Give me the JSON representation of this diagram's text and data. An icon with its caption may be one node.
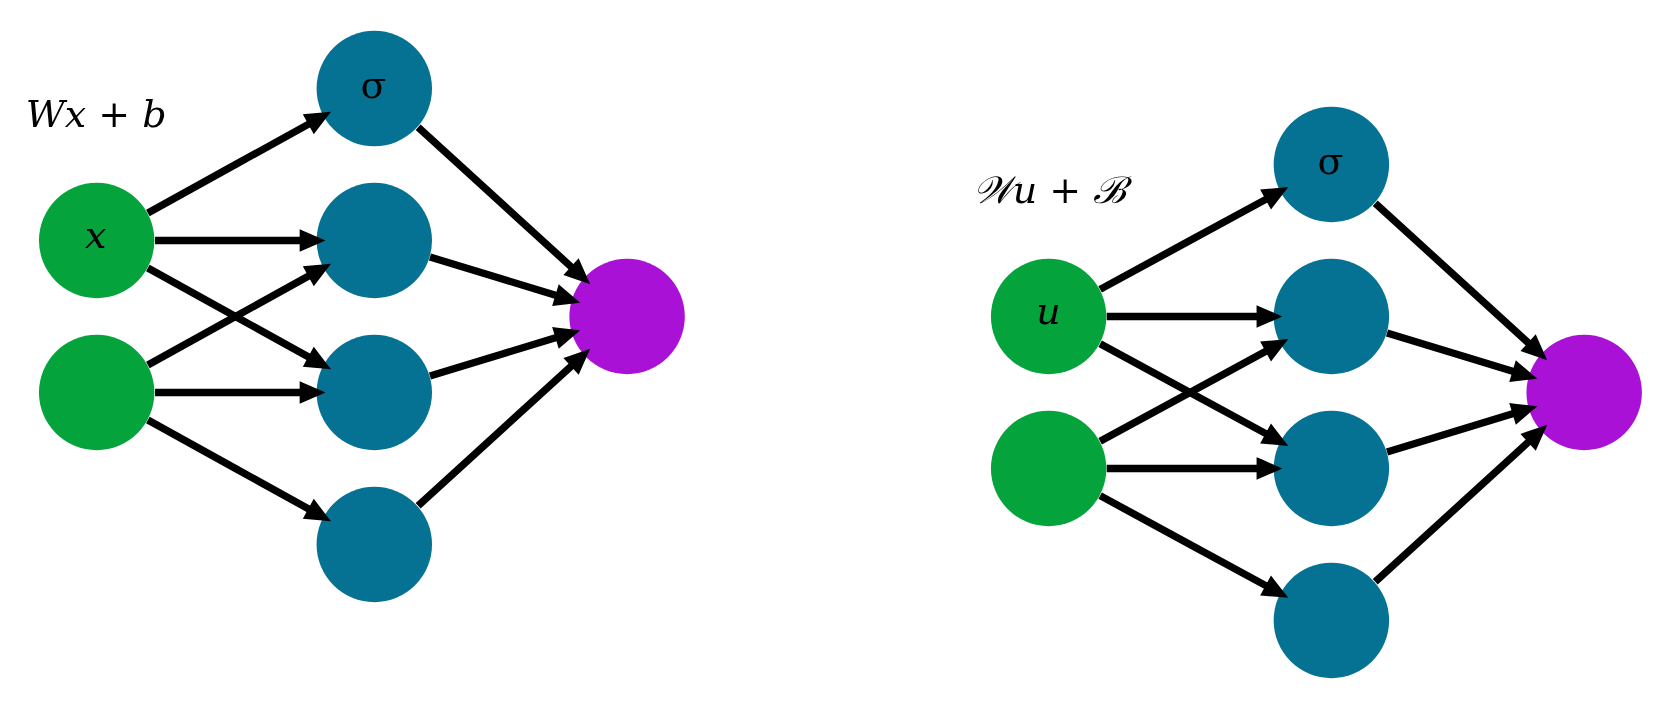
{
  "diagram": {
    "nodes": [
      {
        "text": [
          "x"
        ]
      },
      {
        "text": [],
        "shape": "circle"
      },
      {
        "text": [
          "σ"
        ]
      },
      {
        "text": [],
        "shape": "circle"
      },
      {
        "text": [],
        "shape": "circle"
      },
      {
        "text": [],
        "shape": "circle"
      },
      {
        "text": [],
        "shape": "circle"
      },
      {
        "text": [
          "u"
        ]
      },
      {
        "text": [],
        "shape": "circle"
      },
      {
        "text": [
          "σ"
        ]
      },
      {
        "text": [],
        "shape": "circle"
      },
      {
        "text": [],
        "shape": "circle"
      },
      {
        "text": [],
        "shape": "circle"
      },
      {
        "text": [],
        "shape": "circle"
      }
    ],
    "edges": [
      {
        "from": 0,
        "to": 2,
        "arrow": "to"
      },
      {
        "from": 0,
        "to": 3,
        "arrow": "to"
      },
      {
        "from": 0,
        "to": 4,
        "arrow": "to"
      },
      {
        "from": 1,
        "to": 3,
        "arrow": "to"
      },
      {
        "from": 1,
        "to": 4,
        "arrow": "to"
      },
      {
        "from": 1,
        "to": 5,
        "arrow": "to"
      },
      {
        "from": 2,
        "to": 6,
        "arrow": "to"
      },
      {
        "from": 3,
        "to": 6,
        "arrow": "to"
      },
      {
        "from": 4,
        "to": 6,
        "arrow": "to"
      },
      {
        "from": 5,
        "to": 6,
        "arrow": "to"
      },
      {
        "from": 7,
        "to": 9,
        "arrow": "to"
      },
      {
        "from": 7,
        "to": 10,
        "arrow": "to"
      },
      {
        "from": 7,
        "to": 11,
        "arrow": "to"
      },
      {
        "from": 8,
        "to": 10,
        "arrow": "to"
      },
      {
        "from": 8,
        "to": 11,
        "arrow": "to"
      },
      {
        "from": 8,
        "to": 12,
        "arrow": "to"
      },
      {
        "from": 9,
        "to": 13,
        "arrow": "to"
      },
      {
        "from": 10,
        "to": 13,
        "arrow": "to"
      },
      {
        "from": 11,
        "to": 13,
        "arrow": "to"
      },
      {
        "from": 12,
        "to": 13,
        "arrow": "to"
      }
    ],
    "labels": [
      "Wx + b",
      "𝒲u + ℬ"
    ]
  }
}
